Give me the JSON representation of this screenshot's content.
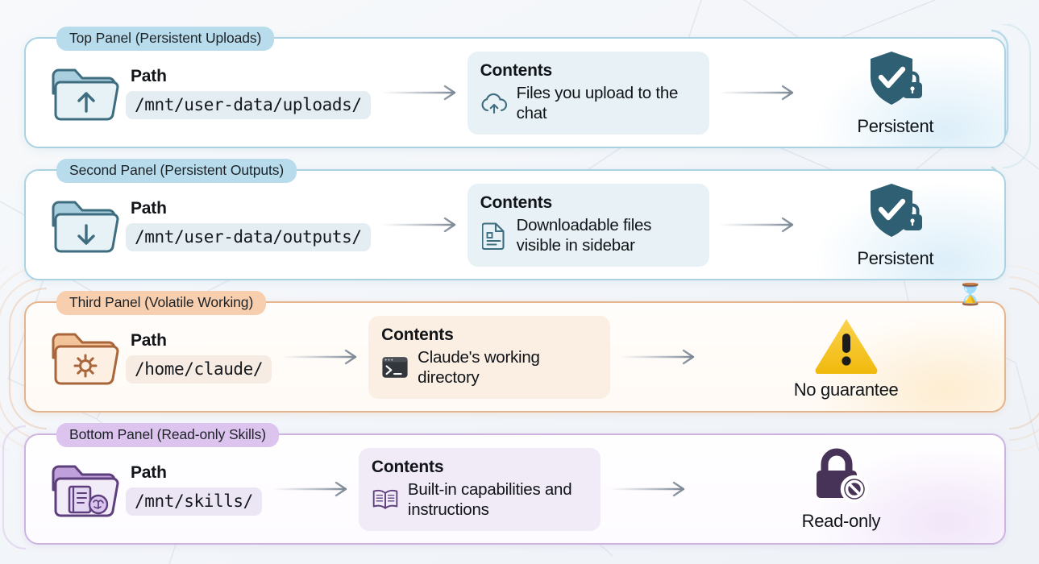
{
  "background": {
    "page_color": "#f4f6f9",
    "art": "faint-geometric-line-network"
  },
  "arrow_icon_name": "right-arrow",
  "panels": [
    {
      "id": "top",
      "title": "Top Panel (Persistent Uploads)",
      "accent": "#a9d3e2",
      "title_chip_color": "#b8dcec",
      "folder_icon": "folder-upload-icon",
      "path_label": "Path",
      "path_value": "/mnt/user-data/uploads/",
      "contents_label": "Contents",
      "contents_icon": "cloud-upload-icon",
      "contents_text": "Files you upload to the chat",
      "status_icon": "shield-check-lock-icon",
      "status_text": "Persistent",
      "status_color": "#2e5f72",
      "extra_icon": null
    },
    {
      "id": "second",
      "title": "Second Panel (Persistent Outputs)",
      "accent": "#a9d3e2",
      "title_chip_color": "#b8dcec",
      "folder_icon": "folder-download-icon",
      "path_label": "Path",
      "path_value": "/mnt/user-data/outputs/",
      "contents_label": "Contents",
      "contents_icon": "document-file-icon",
      "contents_text": "Downloadable files visible in sidebar",
      "status_icon": "shield-check-lock-icon",
      "status_text": "Persistent",
      "status_color": "#2e5f72",
      "extra_icon": null
    },
    {
      "id": "third",
      "title": "Third Panel (Volatile Working)",
      "accent": "#e6b48c",
      "title_chip_color": "#f8cfae",
      "folder_icon": "folder-gear-icon",
      "path_label": "Path",
      "path_value": "/home/claude/",
      "contents_label": "Contents",
      "contents_icon": "terminal-icon",
      "contents_text": "Claude's working directory",
      "status_icon": "warning-triangle-icon",
      "status_text": "No guarantee",
      "status_color": "#f5c518",
      "extra_icon": "hourglass-icon",
      "extra_icon_glyph": "⌛"
    },
    {
      "id": "bottom",
      "title": "Bottom Panel (Read-only Skills)",
      "accent": "#cdb4e0",
      "title_chip_color": "#dcc4ee",
      "folder_icon": "folder-book-brain-icon",
      "path_label": "Path",
      "path_value": "/mnt/skills/",
      "contents_label": "Contents",
      "contents_icon": "open-book-icon",
      "contents_text": "Built-in capabilities and instructions",
      "status_icon": "lock-blocked-icon",
      "status_text": "Read-only",
      "status_color": "#483358",
      "extra_icon": null
    }
  ]
}
